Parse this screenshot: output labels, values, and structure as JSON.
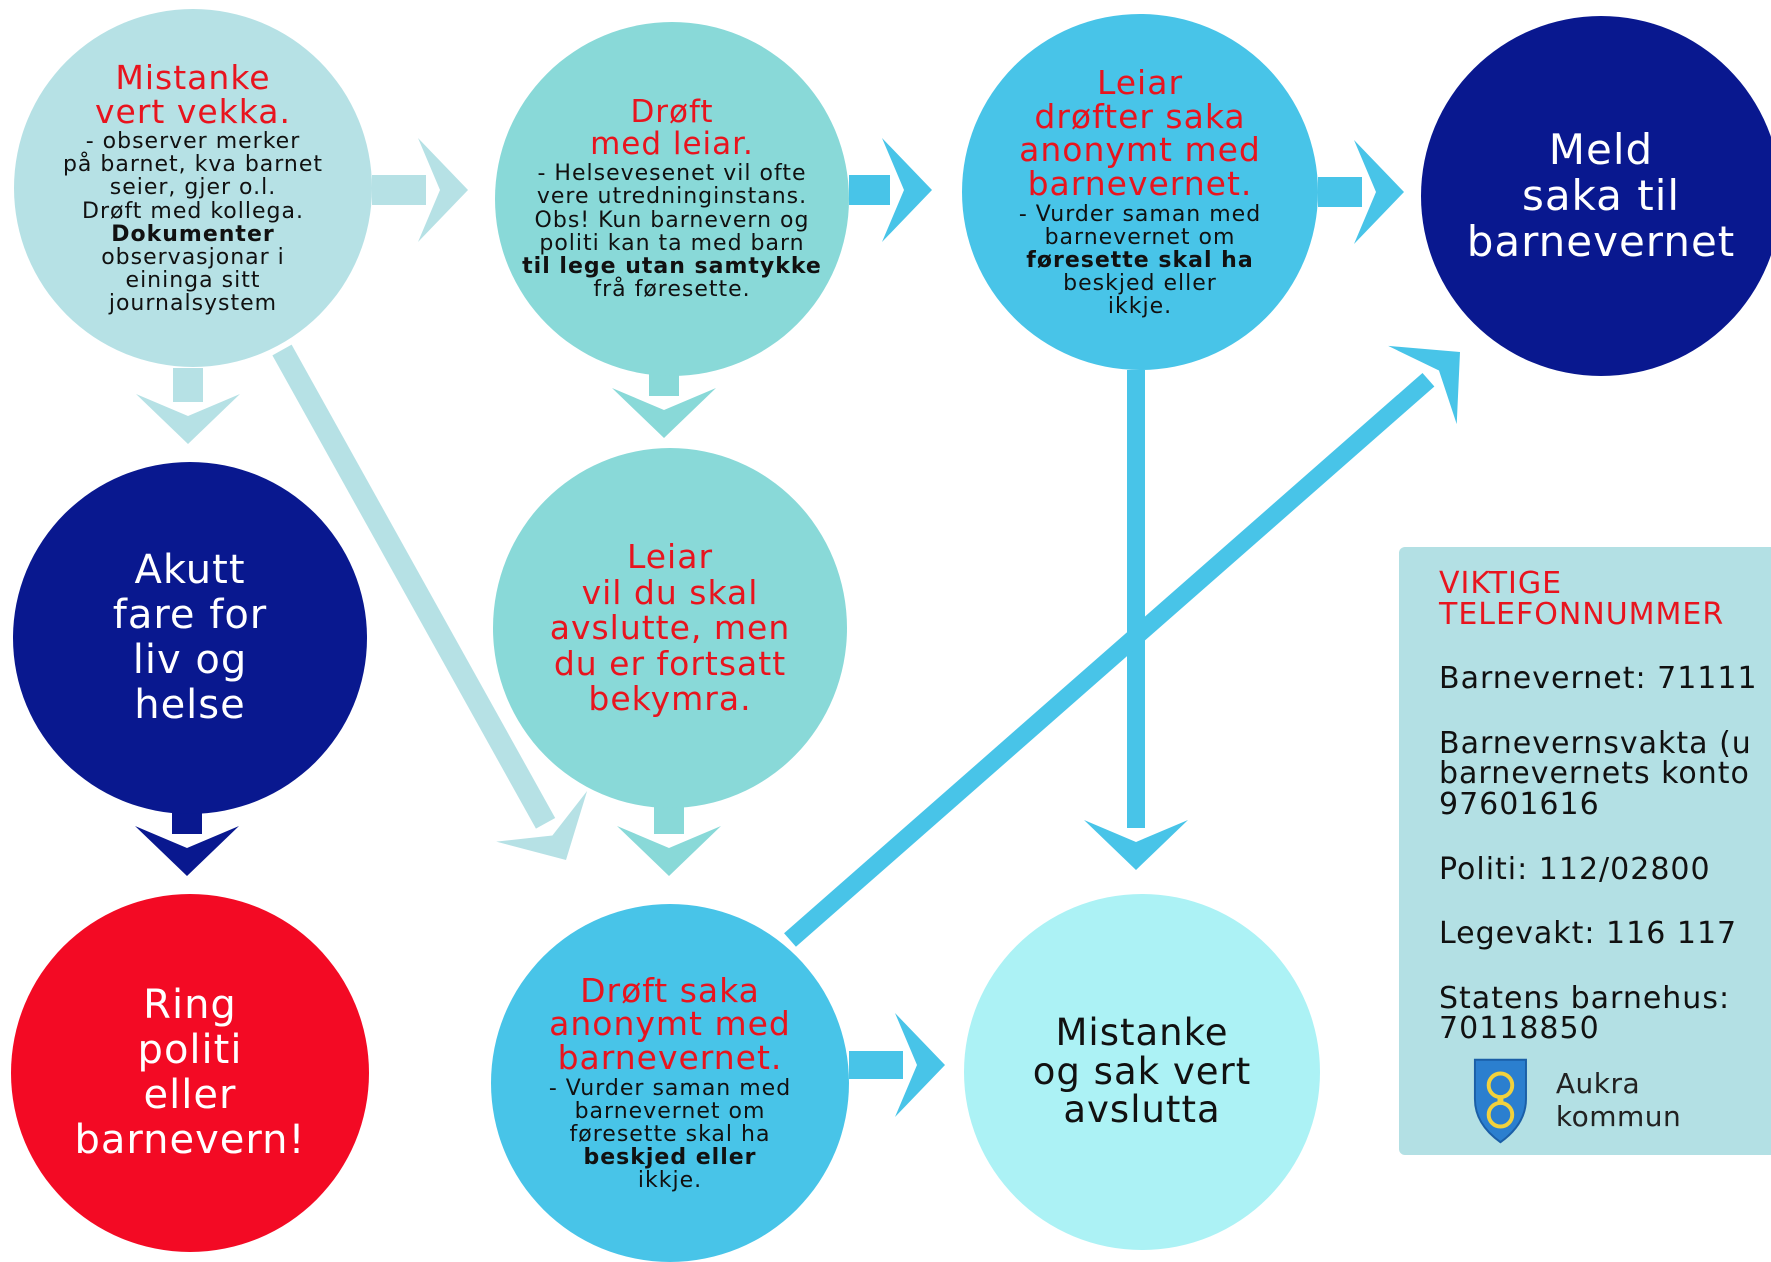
{
  "colors": {
    "light_teal": "#b6e1e5",
    "teal": "#89d9d8",
    "sky_blue": "#48c4e8",
    "navy": "#09188f",
    "red": "#f30a24",
    "pale_cyan": "#acf2f5",
    "red_text": "#e8141e"
  },
  "nodes": {
    "mistanke": {
      "title": "Mistanke\nvert vekka.",
      "desc_1": "- observer merker\npå barnet, kva barnet\nseier, gjer o.l.\nDrøft med kollega.",
      "desc_2": "Dokumenter",
      "desc_3": "observasjonar i\neininga sitt\njournalsystem"
    },
    "drof_leiar": {
      "title": "Drøft\nmed leiar.",
      "desc_1": "- Helsevesenet vil ofte\nvere utredninginstans.\nObs! Kun barnevern og\npoliti kan ta med barn",
      "desc_2": "til lege utan samtykke",
      "desc_3": "frå føresette."
    },
    "leiar_drofter": {
      "title": "Leiar\ndrøfter saka\nanonymt med\nbarnevernet.",
      "desc_1": "- Vurder saman med\nbarnevernet om",
      "desc_2": "føresette skal ha",
      "desc_3": "beskjed eller\nikkje."
    },
    "meld": {
      "text": "Meld\nsaka til\nbarnevernet"
    },
    "leiar_vil": {
      "title": "Leiar\nvil du skal\navslutte, men\ndu er fortsatt\nbekymra."
    },
    "akutt": {
      "text": "Akutt\nfare for\nliv og\nhelse"
    },
    "ring": {
      "text": "Ring\npoliti\neller\nbarnevern!"
    },
    "drof_saka": {
      "title": "Drøft saka\nanonymt med\nbarnevernet.",
      "desc_1": "- Vurder saman med\nbarnevernet om\nføresette skal ha",
      "desc_2": "beskjed eller",
      "desc_3": "ikkje."
    },
    "mistanke_avslutta": {
      "text": "Mistanke\nog sak vert\navslutta"
    }
  },
  "phone_panel": {
    "heading": "VIKTIGE\nTELEFONNUMMER",
    "items": [
      "Barnevernet: 71111",
      "Barnevernsvakta (u\nbarnevernets konto\n97601616",
      "Politi: 112/02800",
      "Legevakt: 116 117",
      "Statens barnehus:\n70118850"
    ],
    "logo_text": "Aukra kommun"
  }
}
